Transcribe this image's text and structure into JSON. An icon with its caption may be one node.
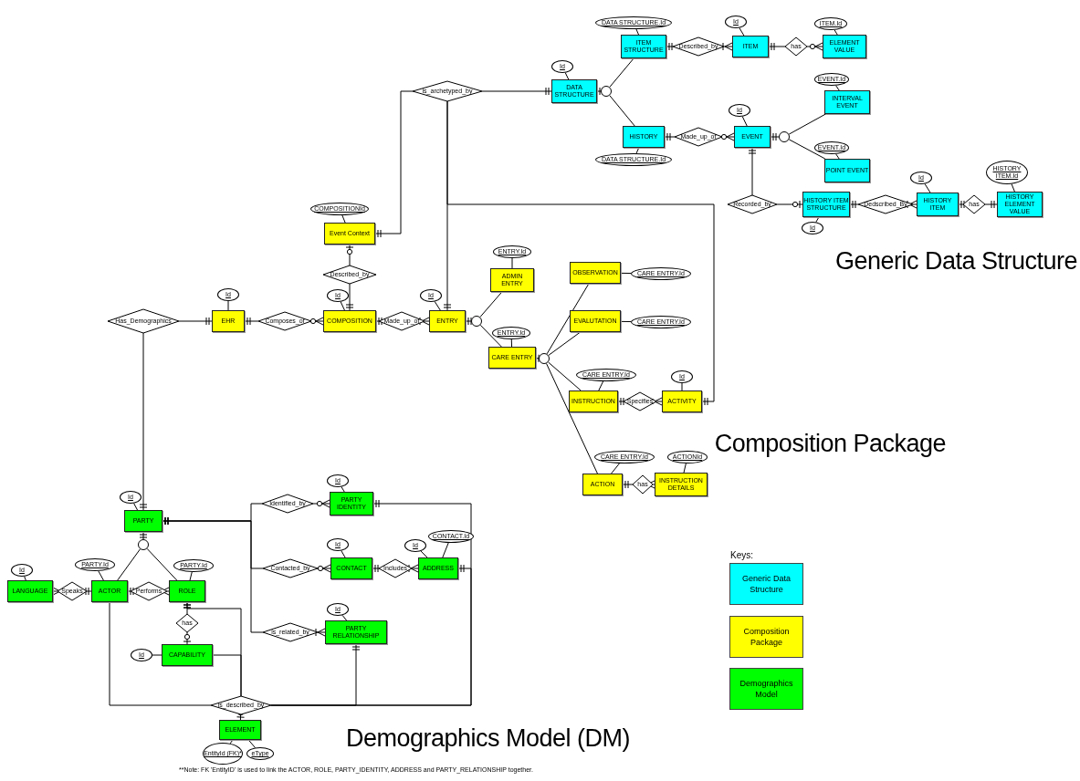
{
  "diagram": {
    "nodes": [
      {
        "text": [
          "DATA STRUCTURE"
        ]
      },
      {
        "text": [
          "Id"
        ]
      },
      {
        "text": [],
        "shape": "circle"
      },
      {
        "text": [
          "ITEM STRUCTURE"
        ]
      },
      {
        "text": [
          "DATA STRUCTURE.Id"
        ]
      },
      {
        "text": [
          "Described_by"
        ]
      },
      {
        "text": [
          "ITEM"
        ]
      },
      {
        "text": [
          "Id"
        ]
      },
      {
        "text": [
          "has"
        ]
      },
      {
        "text": [
          "ELEMENT VALUE"
        ]
      },
      {
        "text": [
          "ITEM.Id"
        ]
      },
      {
        "text": [
          "HISTORY"
        ]
      },
      {
        "text": [
          "DATA STRUCTURE.Id"
        ]
      },
      {
        "text": [
          "Made_up_of"
        ]
      },
      {
        "text": [
          "EVENT"
        ]
      },
      {
        "text": [
          "Id"
        ]
      },
      {
        "text": [],
        "shape": "circle"
      },
      {
        "text": [
          "INTERVAL EVENT"
        ]
      },
      {
        "text": [
          "EVENT.Id"
        ]
      },
      {
        "text": [
          "POINT EVENT"
        ]
      },
      {
        "text": [
          "EVENT.Id"
        ]
      },
      {
        "text": [
          "Recorded_by"
        ]
      },
      {
        "text": [
          "HISTORY ITEM STRUCTURE"
        ]
      },
      {
        "text": [
          "Id"
        ]
      },
      {
        "text": [
          "Dedscribed_By"
        ]
      },
      {
        "text": [
          "HISTORY ITEM"
        ]
      },
      {
        "text": [
          "Id"
        ]
      },
      {
        "text": [
          "has"
        ]
      },
      {
        "text": [
          "HISTORY ELEMENT VALUE"
        ]
      },
      {
        "text": [
          "HISTORY ITEM.Id"
        ]
      },
      {
        "text": [
          "is_archetyped_by"
        ]
      },
      {
        "text": [
          "COMPOSITIONId"
        ]
      },
      {
        "text": [
          "Event Context"
        ]
      },
      {
        "text": [
          "Described_by"
        ]
      },
      {
        "text": [
          "Has_Demographics"
        ]
      },
      {
        "text": [
          "Id"
        ]
      },
      {
        "text": [
          "EHR"
        ]
      },
      {
        "text": [
          "Composes_of"
        ]
      },
      {
        "text": [
          "Id"
        ]
      },
      {
        "text": [
          "COMPOSITION"
        ]
      },
      {
        "text": [
          "Made_up_of"
        ]
      },
      {
        "text": [
          "Id"
        ]
      },
      {
        "text": [
          "ENTRY"
        ]
      },
      {
        "text": [],
        "shape": "circle"
      },
      {
        "text": [
          "ENTRY.Id"
        ]
      },
      {
        "text": [
          "ADMIN ENTRY"
        ]
      },
      {
        "text": [
          "ENTRY.Id"
        ]
      },
      {
        "text": [
          "CARE ENTRY"
        ]
      },
      {
        "text": [],
        "shape": "circle"
      },
      {
        "text": [
          "OBSERVATION"
        ]
      },
      {
        "text": [
          "CARE ENTRY.Id"
        ]
      },
      {
        "text": [
          "EVALUTATION"
        ]
      },
      {
        "text": [
          "CARE ENTRY.Id"
        ]
      },
      {
        "text": [
          "CARE ENTRY.Id"
        ]
      },
      {
        "text": [
          "INSTRUCTION"
        ]
      },
      {
        "text": [
          "Specifies"
        ]
      },
      {
        "text": [
          "Id"
        ]
      },
      {
        "text": [
          "ACTIVITY"
        ]
      },
      {
        "text": [
          "CARE ENTRY.Id"
        ]
      },
      {
        "text": [
          "ACTION"
        ]
      },
      {
        "text": [
          "has"
        ]
      },
      {
        "text": [
          "ACTIONId"
        ]
      },
      {
        "text": [
          "INSTRUCTION DETAILS"
        ]
      },
      {
        "text": [
          "Id"
        ]
      },
      {
        "text": [
          "PARTY"
        ]
      },
      {
        "text": [],
        "shape": "circle"
      },
      {
        "text": [
          "Id"
        ]
      },
      {
        "text": [
          "LANGUAGE"
        ]
      },
      {
        "text": [
          "Speaks"
        ]
      },
      {
        "text": [
          "PARTY.Id"
        ]
      },
      {
        "text": [
          "ACTOR"
        ]
      },
      {
        "text": [
          "Performs"
        ]
      },
      {
        "text": [
          "PARTY.Id"
        ]
      },
      {
        "text": [
          "ROLE"
        ]
      },
      {
        "text": [
          "has"
        ]
      },
      {
        "text": [
          "Id"
        ]
      },
      {
        "text": [
          "CAPABILITY"
        ]
      },
      {
        "text": [
          "Identified_by"
        ]
      },
      {
        "text": [
          "Id"
        ]
      },
      {
        "text": [
          "PARTY IDENTITY"
        ]
      },
      {
        "text": [
          "Contacted_by"
        ]
      },
      {
        "text": [
          "Id"
        ]
      },
      {
        "text": [
          "CONTACT"
        ]
      },
      {
        "text": [
          "Includes"
        ]
      },
      {
        "text": [
          "Id"
        ]
      },
      {
        "text": [
          "CONTACT.Id"
        ]
      },
      {
        "text": [
          "ADDRESS"
        ]
      },
      {
        "text": [
          "is_related_by"
        ]
      },
      {
        "text": [
          "Id"
        ]
      },
      {
        "text": [
          "PARTY RELATIONSHIP"
        ]
      },
      {
        "text": [
          "is_described_by"
        ]
      },
      {
        "text": [
          "ELEMENT"
        ]
      },
      {
        "text": [
          "EntityId (FK)*"
        ]
      },
      {
        "text": [
          "eType"
        ]
      }
    ],
    "edges": [
      {
        "from": 1,
        "to": 0,
        "arrow": "none"
      },
      {
        "from": 0,
        "to": 2,
        "arrow": "other"
      },
      {
        "from": 2,
        "to": 3,
        "arrow": "none"
      },
      {
        "from": 2,
        "to": 11,
        "arrow": "none"
      },
      {
        "from": 4,
        "to": 3,
        "arrow": "none"
      },
      {
        "from": 3,
        "to": 5,
        "arrow": "other"
      },
      {
        "from": 5,
        "to": 6,
        "arrow": "other"
      },
      {
        "from": 7,
        "to": 6,
        "arrow": "none"
      },
      {
        "from": 6,
        "to": 8,
        "arrow": "other"
      },
      {
        "from": 8,
        "to": 9,
        "arrow": "other"
      },
      {
        "from": 10,
        "to": 9,
        "arrow": "none"
      },
      {
        "from": 12,
        "to": 11,
        "arrow": "none"
      },
      {
        "from": 11,
        "to": 13,
        "arrow": "other"
      },
      {
        "from": 13,
        "to": 14,
        "arrow": "other"
      },
      {
        "from": 15,
        "to": 14,
        "arrow": "none"
      },
      {
        "from": 14,
        "to": 16,
        "arrow": "other"
      },
      {
        "from": 16,
        "to": 17,
        "arrow": "none"
      },
      {
        "from": 16,
        "to": 19,
        "arrow": "none"
      },
      {
        "from": 18,
        "to": 17,
        "arrow": "none"
      },
      {
        "from": 20,
        "to": 19,
        "arrow": "none"
      },
      {
        "from": 14,
        "to": 21,
        "arrow": "other"
      },
      {
        "from": 21,
        "to": 22,
        "arrow": "other"
      },
      {
        "from": 23,
        "to": 22,
        "arrow": "none"
      },
      {
        "from": 22,
        "to": 24,
        "arrow": "other"
      },
      {
        "from": 24,
        "to": 25,
        "arrow": "other"
      },
      {
        "from": 26,
        "to": 25,
        "arrow": "none"
      },
      {
        "from": 25,
        "to": 27,
        "arrow": "other"
      },
      {
        "from": 27,
        "to": 28,
        "arrow": "other"
      },
      {
        "from": 29,
        "to": 28,
        "arrow": "none"
      },
      {
        "from": 30,
        "to": 0,
        "arrow": "other"
      },
      {
        "from": 30,
        "to": 32,
        "arrow": "other"
      },
      {
        "from": 30,
        "to": 42,
        "arrow": "other"
      },
      {
        "from": 30,
        "to": 57,
        "arrow": "other"
      },
      {
        "from": 31,
        "to": 32,
        "arrow": "none"
      },
      {
        "from": 32,
        "to": 33,
        "arrow": "other"
      },
      {
        "from": 33,
        "to": 39,
        "arrow": "other"
      },
      {
        "from": 34,
        "to": 36,
        "arrow": "other"
      },
      {
        "from": 35,
        "to": 36,
        "arrow": "none"
      },
      {
        "from": 36,
        "to": 37,
        "arrow": "other"
      },
      {
        "from": 37,
        "to": 39,
        "arrow": "other"
      },
      {
        "from": 38,
        "to": 39,
        "arrow": "none"
      },
      {
        "from": 39,
        "to": 40,
        "arrow": "other"
      },
      {
        "from": 40,
        "to": 42,
        "arrow": "other"
      },
      {
        "from": 41,
        "to": 42,
        "arrow": "none"
      },
      {
        "from": 42,
        "to": 43,
        "arrow": "other"
      },
      {
        "from": 43,
        "to": 45,
        "arrow": "none"
      },
      {
        "from": 43,
        "to": 47,
        "arrow": "none"
      },
      {
        "from": 44,
        "to": 45,
        "arrow": "none"
      },
      {
        "from": 46,
        "to": 47,
        "arrow": "none"
      },
      {
        "from": 47,
        "to": 48,
        "arrow": "other"
      },
      {
        "from": 48,
        "to": 49,
        "arrow": "none"
      },
      {
        "from": 48,
        "to": 51,
        "arrow": "none"
      },
      {
        "from": 48,
        "to": 54,
        "arrow": "none"
      },
      {
        "from": 48,
        "to": 59,
        "arrow": "none"
      },
      {
        "from": 50,
        "to": 49,
        "arrow": "none"
      },
      {
        "from": 52,
        "to": 51,
        "arrow": "none"
      },
      {
        "from": 53,
        "to": 54,
        "arrow": "none"
      },
      {
        "from": 54,
        "to": 55,
        "arrow": "other"
      },
      {
        "from": 55,
        "to": 57,
        "arrow": "other"
      },
      {
        "from": 56,
        "to": 57,
        "arrow": "none"
      },
      {
        "from": 58,
        "to": 59,
        "arrow": "none"
      },
      {
        "from": 59,
        "to": 60,
        "arrow": "other"
      },
      {
        "from": 60,
        "to": 62,
        "arrow": "other"
      },
      {
        "from": 61,
        "to": 62,
        "arrow": "none"
      },
      {
        "from": 34,
        "to": 64,
        "arrow": "other"
      },
      {
        "from": 63,
        "to": 64,
        "arrow": "none"
      },
      {
        "from": 64,
        "to": 65,
        "arrow": "other"
      },
      {
        "from": 65,
        "to": 70,
        "arrow": "none"
      },
      {
        "from": 65,
        "to": 73,
        "arrow": "none"
      },
      {
        "from": 66,
        "to": 67,
        "arrow": "none"
      },
      {
        "from": 67,
        "to": 68,
        "arrow": "other"
      },
      {
        "from": 68,
        "to": 70,
        "arrow": "other"
      },
      {
        "from": 69,
        "to": 70,
        "arrow": "none"
      },
      {
        "from": 70,
        "to": 71,
        "arrow": "other"
      },
      {
        "from": 71,
        "to": 73,
        "arrow": "other"
      },
      {
        "from": 72,
        "to": 73,
        "arrow": "none"
      },
      {
        "from": 73,
        "to": 74,
        "arrow": "other"
      },
      {
        "from": 74,
        "to": 76,
        "arrow": "other"
      },
      {
        "from": 75,
        "to": 76,
        "arrow": "none"
      },
      {
        "from": 64,
        "to": 77,
        "arrow": "other"
      },
      {
        "from": 64,
        "to": 80,
        "arrow": "other"
      },
      {
        "from": 64,
        "to": 87,
        "arrow": "other"
      },
      {
        "from": 77,
        "to": 79,
        "arrow": "other"
      },
      {
        "from": 78,
        "to": 79,
        "arrow": "none"
      },
      {
        "from": 80,
        "to": 82,
        "arrow": "other"
      },
      {
        "from": 81,
        "to": 82,
        "arrow": "none"
      },
      {
        "from": 82,
        "to": 83,
        "arrow": "other"
      },
      {
        "from": 83,
        "to": 86,
        "arrow": "other"
      },
      {
        "from": 84,
        "to": 86,
        "arrow": "none"
      },
      {
        "from": 85,
        "to": 86,
        "arrow": "none"
      },
      {
        "from": 87,
        "to": 89,
        "arrow": "other"
      },
      {
        "from": 88,
        "to": 89,
        "arrow": "none"
      },
      {
        "from": 70,
        "to": 90,
        "arrow": "none"
      },
      {
        "from": 73,
        "to": 90,
        "arrow": "other"
      },
      {
        "from": 76,
        "to": 90,
        "arrow": "none"
      },
      {
        "from": 89,
        "to": 90,
        "arrow": "other"
      },
      {
        "from": 79,
        "to": 90,
        "arrow": "other"
      },
      {
        "from": 86,
        "to": 90,
        "arrow": "other"
      },
      {
        "from": 90,
        "to": 91,
        "arrow": "other"
      },
      {
        "from": 92,
        "to": 91,
        "arrow": "none"
      },
      {
        "from": 93,
        "to": 91,
        "arrow": "none"
      }
    ],
    "labels": [
      "Generic Data Structure",
      "Composition Package",
      "Keys:",
      "Demographics Model (DM)",
      "**Note: FK 'EntityID' is used to link the ACTOR, ROLE, PARTY_IDENTITY, ADDRESS and PARTY_RELATIONSHIP together."
    ],
    "legend": [
      {
        "text": "Generic Data Structure",
        "color": "#00ffff"
      },
      {
        "text": "Composition Package",
        "color": "#ffff00"
      },
      {
        "text": "Demographics Model",
        "color": "#00ff00"
      }
    ]
  }
}
